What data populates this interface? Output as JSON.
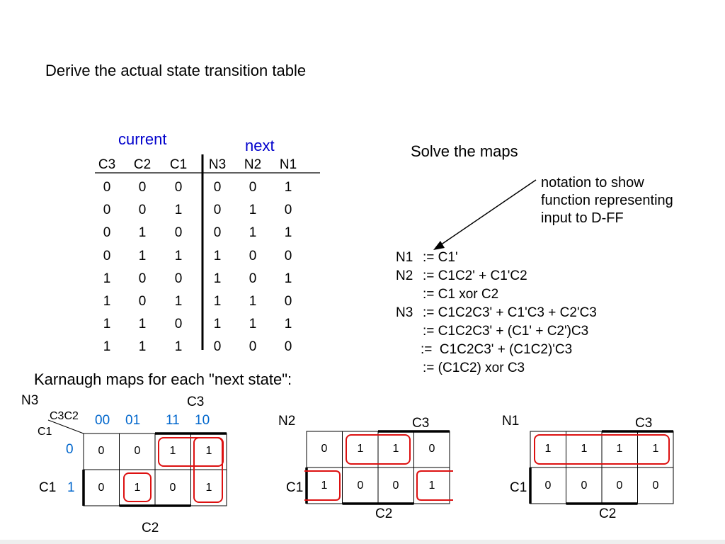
{
  "title": "Derive the actual state transition table",
  "table": {
    "group_current": "current",
    "group_next": "next",
    "columns": [
      "C3",
      "C2",
      "C1",
      "N3",
      "N2",
      "N1"
    ],
    "rows": [
      [
        "0",
        "0",
        "0",
        "0",
        "0",
        "1"
      ],
      [
        "0",
        "0",
        "1",
        "0",
        "1",
        "0"
      ],
      [
        "0",
        "1",
        "0",
        "0",
        "1",
        "1"
      ],
      [
        "0",
        "1",
        "1",
        "1",
        "0",
        "0"
      ],
      [
        "1",
        "0",
        "0",
        "1",
        "0",
        "1"
      ],
      [
        "1",
        "0",
        "1",
        "1",
        "1",
        "0"
      ],
      [
        "1",
        "1",
        "0",
        "1",
        "1",
        "1"
      ],
      [
        "1",
        "1",
        "1",
        "0",
        "0",
        "0"
      ]
    ]
  },
  "solve_title": "Solve the maps",
  "note_lines": [
    "notation to show",
    "function representing",
    "input to D-FF"
  ],
  "equations": [
    {
      "lhs": "N1",
      "rhs": ":= C1'"
    },
    {
      "lhs": "N2",
      "rhs": ":= C1C2' + C1'C2"
    },
    {
      "lhs": "",
      "rhs": ":= C1 xor C2"
    },
    {
      "lhs": "N3",
      "rhs": ":= C1C2C3' + C1'C3 + C2'C3"
    },
    {
      "lhs": "",
      "rhs": ":= C1C2C3' + (C1' + C2')C3"
    },
    {
      "lhs": "",
      "rhs": ":=  C1C2C3' + (C1C2)'C3"
    },
    {
      "lhs": "",
      "rhs": ":= (C1C2) xor C3"
    }
  ],
  "kmaps_title": "Karnaugh maps for each \"next state\":",
  "kmaps": [
    {
      "name": "N3",
      "cells": [
        [
          "0",
          "0",
          "1",
          "1"
        ],
        [
          "0",
          "1",
          "0",
          "1"
        ]
      ],
      "col_var": "C3",
      "row_var": "C1",
      "bottom_var": "C2",
      "corner_top": "C3C2",
      "corner_left": "C1",
      "col_headers": [
        "00",
        "01",
        "11",
        "10"
      ],
      "row_headers": [
        "0",
        "1"
      ]
    },
    {
      "name": "N2",
      "cells": [
        [
          "0",
          "1",
          "1",
          "0"
        ],
        [
          "1",
          "0",
          "0",
          "1"
        ]
      ],
      "col_var": "C3",
      "row_var": "C1",
      "bottom_var": "C2"
    },
    {
      "name": "N1",
      "cells": [
        [
          "1",
          "1",
          "1",
          "1"
        ],
        [
          "0",
          "0",
          "0",
          "0"
        ]
      ],
      "col_var": "C3",
      "row_var": "C1",
      "bottom_var": "C2"
    }
  ],
  "colors": {
    "header_blue": "#0000cc",
    "map_label_blue": "#0066cc",
    "loop_red": "#dd1111"
  }
}
